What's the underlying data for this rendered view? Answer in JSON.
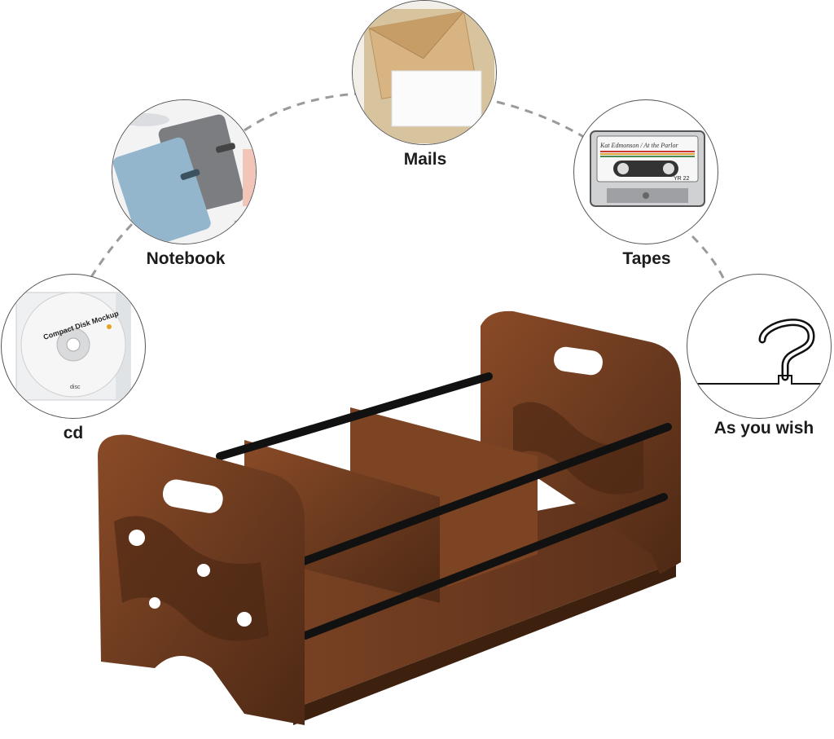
{
  "items": [
    {
      "label": "cd",
      "icon": "compact-disc",
      "disc_text": "Compact Disk Mockup",
      "disc_small": "disc"
    },
    {
      "label": "Notebook",
      "icon": "notebooks"
    },
    {
      "label": "Mails",
      "icon": "envelope"
    },
    {
      "label": "Tapes",
      "icon": "cassette-tape",
      "tape_text": "Kat Edmonson / At the Parlor",
      "tape_small": "YR 22"
    },
    {
      "label": "As you wish",
      "icon": "question-hanger"
    }
  ],
  "product": {
    "name": "wooden-desktop-organizer",
    "color": "#6b3a1f"
  },
  "connector_color": "#9a9a9a"
}
